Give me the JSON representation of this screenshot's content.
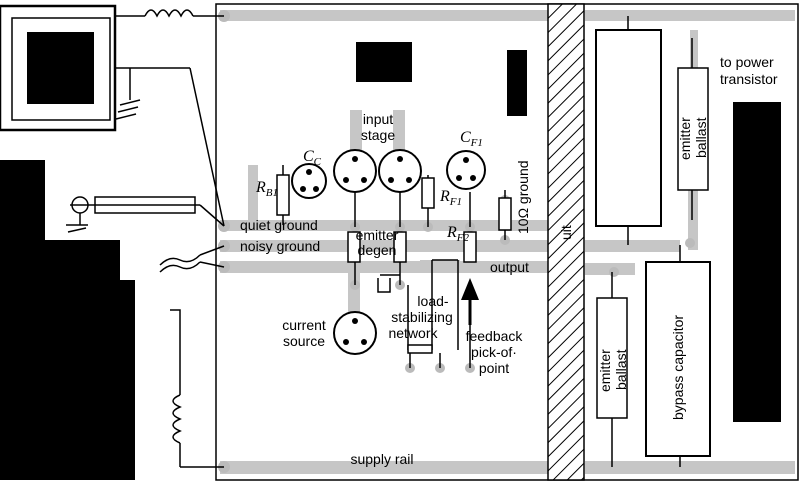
{
  "labels": {
    "input_stage_1": "input",
    "input_stage_2": "stage",
    "cc_main": "C",
    "cc_sub": "C",
    "cf1_main": "C",
    "cf1_sub": "F1",
    "rb1_main": "R",
    "rb1_sub": "B1",
    "rf1_main": "R",
    "rf1_sub": "F1",
    "rf2_main": "R",
    "rf2_sub": "F2",
    "ground_10ohm": "10Ω ground",
    "quiet_ground": "quiet ground",
    "noisy_ground": "noisy ground",
    "emitter_degen_1": "emitter",
    "emitter_degen_2": "degen",
    "output": "output",
    "load_1": "load-",
    "load_2": "stabilizing",
    "load_3": "network",
    "current_source_1": "current",
    "current_source_2": "source",
    "feedback_1": "feedback",
    "feedback_2": "pick-of·",
    "feedback_3": "point",
    "supply_rail": "supply rail",
    "uit": "uit",
    "emitter_ballast_top_1": "emitter",
    "emitter_ballast_top_2": "ballast",
    "to_power_1": "to power",
    "to_power_2": "transistor",
    "emitter_ballast_bottom_1": "emitter",
    "emitter_ballast_bottom_2": "ballast",
    "bypass_capacitor": "bypass capacitor"
  }
}
